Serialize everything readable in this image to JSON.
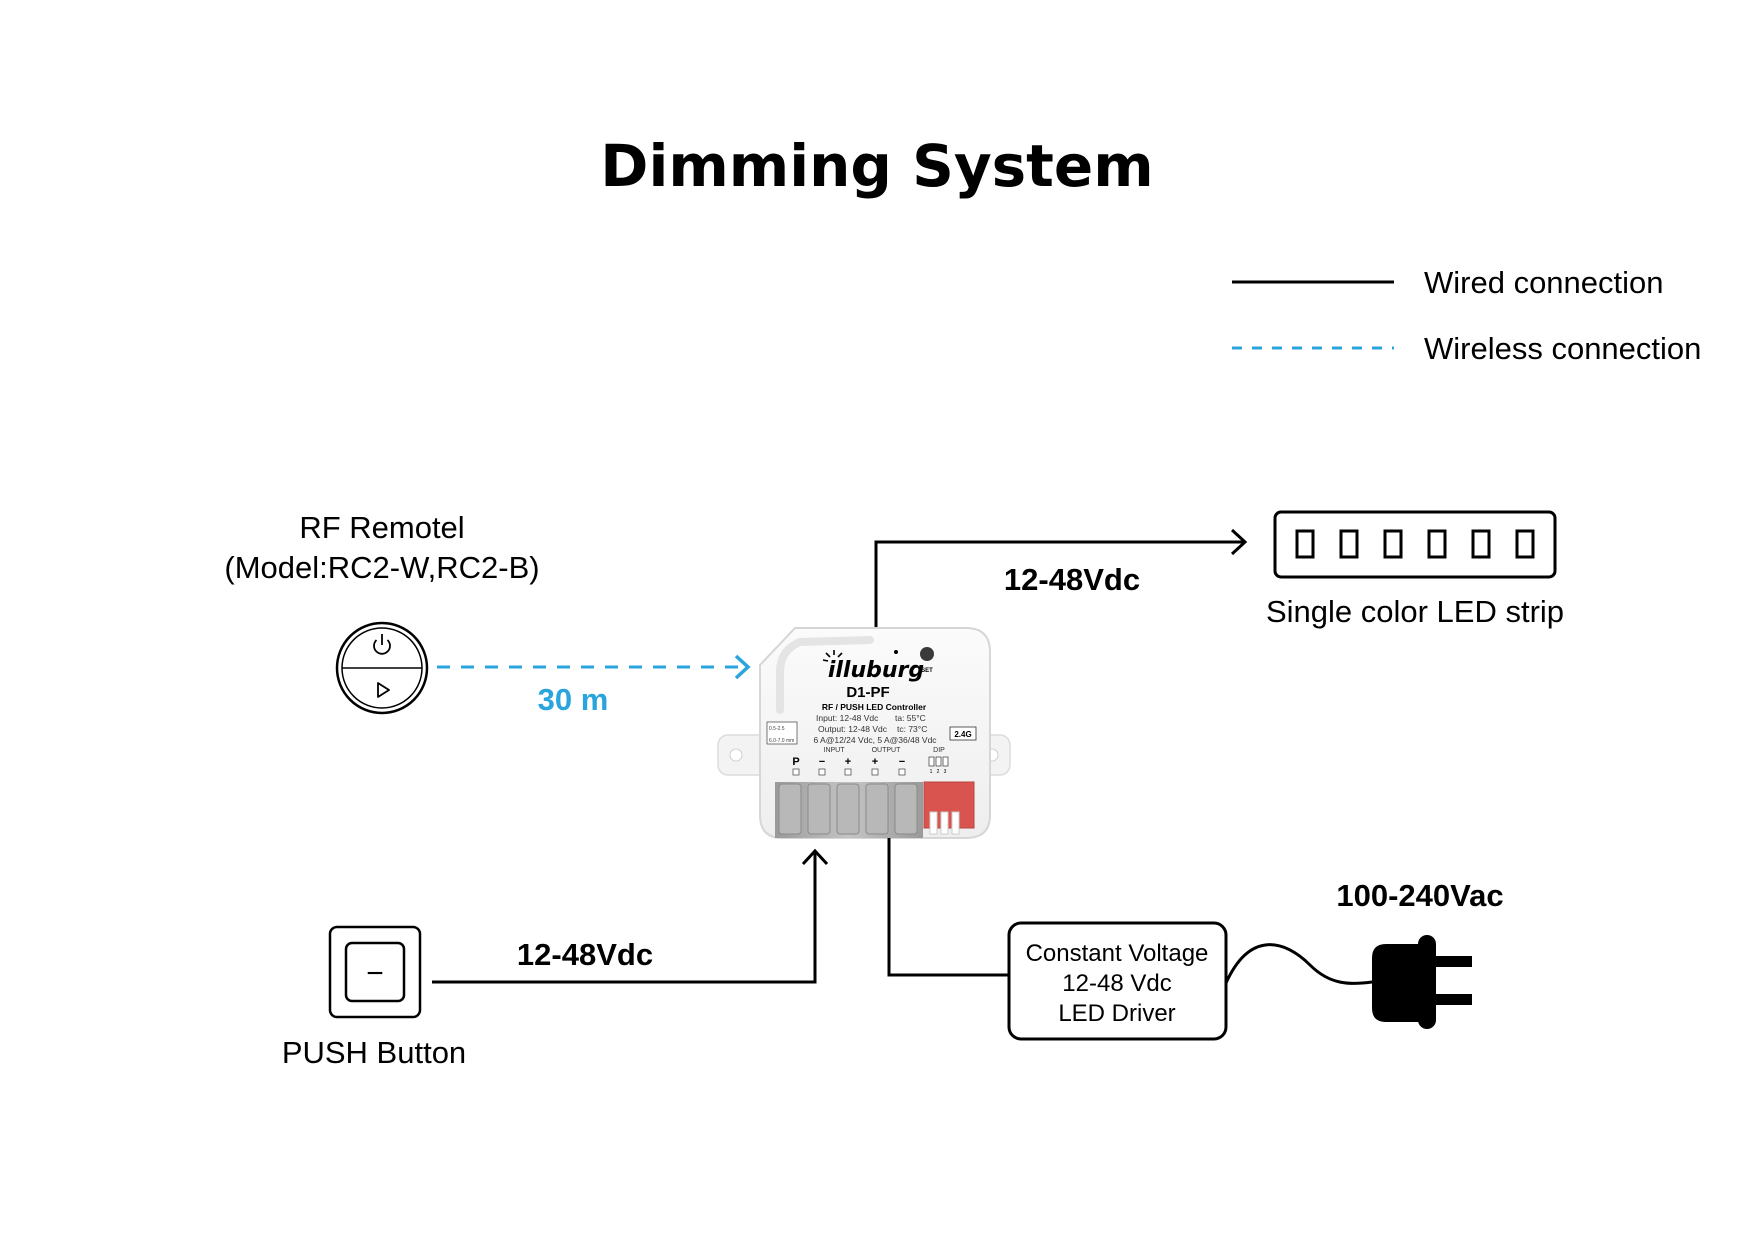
{
  "title": "Dimming System",
  "legend": {
    "wired_label": "Wired connection",
    "wireless_label": "Wireless connection",
    "wired_color": "#000000",
    "wireless_color": "#2aa4dc"
  },
  "rf_remote": {
    "label_line1": "RF Remotel",
    "label_line2": "(Model:RC2-W,RC2-B)",
    "icons": [
      "power-icon",
      "play-icon"
    ]
  },
  "wireless_range": "30 m",
  "controller": {
    "brand": "illuburg",
    "model": "D1-PF",
    "type": "RF / PUSH LED Controller",
    "input_spec": "Input: 12-48 Vdc",
    "ta_spec": "ta: 55°C",
    "output_spec": "Output: 12-48 Vdc",
    "tc_spec": "tc: 73°C",
    "current_spec": "6 A@12/24 Vdc, 5 A@36/48 Vdc",
    "set_label": "SET",
    "rf_badge": "2.4G",
    "wire_spec_top": "0.5-2.5",
    "wire_spec_bottom": "6.0-7.0 mm",
    "input_group": "INPUT",
    "output_group": "OUTPUT",
    "dip_group": "DIP",
    "terminals": [
      "P",
      "−",
      "+",
      "+",
      "−"
    ],
    "dip_numbers": [
      "1",
      "2",
      "3"
    ],
    "accent_color": "#d9534f"
  },
  "output_voltage": "12-48Vdc",
  "led_strip": {
    "label": "Single color LED strip",
    "led_count": 6
  },
  "push_button": {
    "label": "PUSH Button",
    "voltage": "12-48Vdc",
    "symbol": "−"
  },
  "driver": {
    "line1": "Constant Voltage",
    "line2": "12-48 Vdc",
    "line3": "LED Driver"
  },
  "mains": {
    "voltage": "100-240Vac",
    "icon": "power-plug-icon"
  }
}
